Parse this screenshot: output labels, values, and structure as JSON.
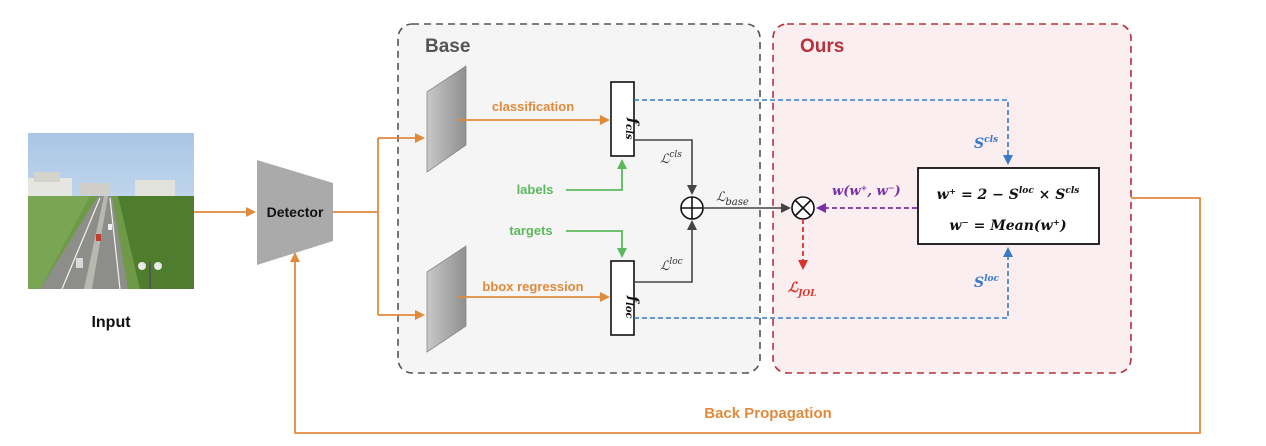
{
  "colors": {
    "orange": "#e08a3c",
    "green": "#5cb85c",
    "blue": "#3a78c9",
    "red": "#d9342b",
    "purple": "#7a2fa8",
    "base_border": "#555555",
    "ours_border": "#b8303a",
    "ours_fill": "#fbeef0",
    "base_fill": "#f5f5f5",
    "detector": "#aaaaaa",
    "back_prop": "#e08a3c"
  },
  "input": {
    "label": "Input"
  },
  "detector": {
    "label": "Detector"
  },
  "base": {
    "title": "Base",
    "classification_label": "classification",
    "bbox_label": "bbox regression",
    "labels_label": "labels",
    "targets_label": "targets",
    "f_cls": {
      "main": "f",
      "sub": "cls"
    },
    "f_loc": {
      "main": "f",
      "sub": "loc"
    },
    "loss_cls": {
      "main": "ℒ",
      "sup": "cls"
    },
    "loss_loc": {
      "main": "ℒ",
      "sup": "loc"
    },
    "loss_base": {
      "main": "ℒ",
      "sub": "base"
    },
    "sum_symbol": "⊕"
  },
  "ours": {
    "title": "Ours",
    "s_cls": {
      "main": "S",
      "sup": "cls"
    },
    "s_loc": {
      "main": "S",
      "sup": "loc"
    },
    "weight_label": "w(w⁺, w⁻)",
    "loss_jol": {
      "main": "ℒ",
      "sub": "JOL"
    },
    "mult_symbol": "⊗",
    "formula_line1": "w⁺ = 2 − S",
    "formula_line1_sup1": "loc",
    "formula_line1_mid": " × S",
    "formula_line1_sup2": "cls",
    "formula_line2": "w⁻ = Mean(w⁺)"
  },
  "back_propagation": {
    "label": "Back Propagation"
  }
}
